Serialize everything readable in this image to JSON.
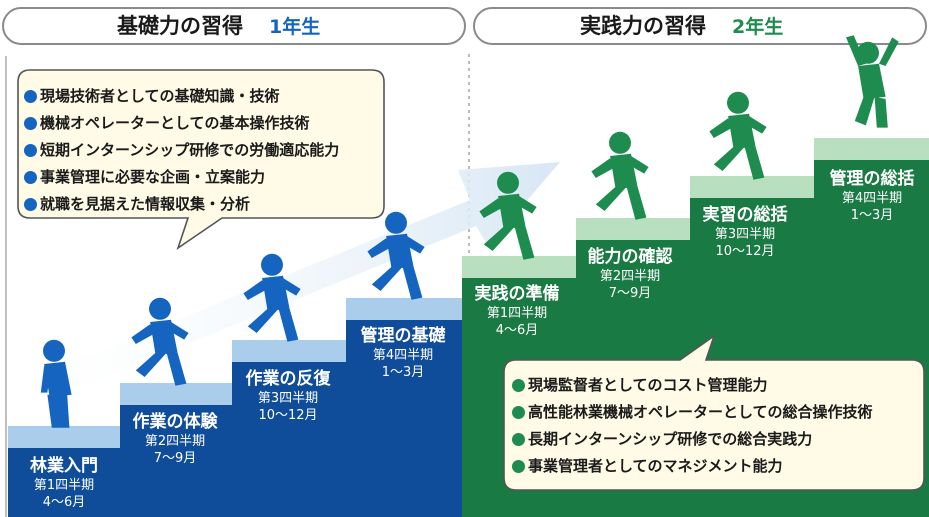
{
  "header": {
    "year1_title": "基礎力の習得",
    "year1_label": "1年生",
    "year2_title": "実践力の習得",
    "year2_label": "2年生"
  },
  "bubble_year1": {
    "items": [
      "現場技術者としての基礎知識・技術",
      "機械オペレーターとしての基本操作技術",
      "短期インターンシップ研修での労働適応能力",
      "事業管理に必要な企画・立案能力",
      "就職を見据えた情報収集・分析"
    ]
  },
  "bubble_year2": {
    "items": [
      "現場監督者としてのコスト管理能力",
      "高性能林業機械オペレーターとしての総合操作技術",
      "長期インターンシップ研修での総合実践力",
      "事業管理者としてのマネジメント能力"
    ]
  },
  "steps": [
    {
      "title": "林業入門",
      "quarter": "第1四半期",
      "months": "4～6月"
    },
    {
      "title": "作業の体験",
      "quarter": "第2四半期",
      "months": "7～9月"
    },
    {
      "title": "作業の反復",
      "quarter": "第3四半期",
      "months": "10～12月"
    },
    {
      "title": "管理の基礎",
      "quarter": "第4四半期",
      "months": "1～3月"
    },
    {
      "title": "実践の準備",
      "quarter": "第1四半期",
      "months": "4～6月"
    },
    {
      "title": "能力の確認",
      "quarter": "第2四半期",
      "months": "7～9月"
    },
    {
      "title": "実習の総括",
      "quarter": "第3四半期",
      "months": "10～12月"
    },
    {
      "title": "管理の総括",
      "quarter": "第4四半期",
      "months": "1～3月"
    }
  ],
  "colors": {
    "year1_step": "#0f4c9a",
    "year1_step_top": "#a9cdea",
    "year1_figure": "#1565c0",
    "year2_step": "#1a7a44",
    "year2_step_top": "#b8e0c0",
    "year2_figure": "#1e8c4e",
    "arrow": "#e6f0f8",
    "bubble_fill": "#fffbe6"
  }
}
